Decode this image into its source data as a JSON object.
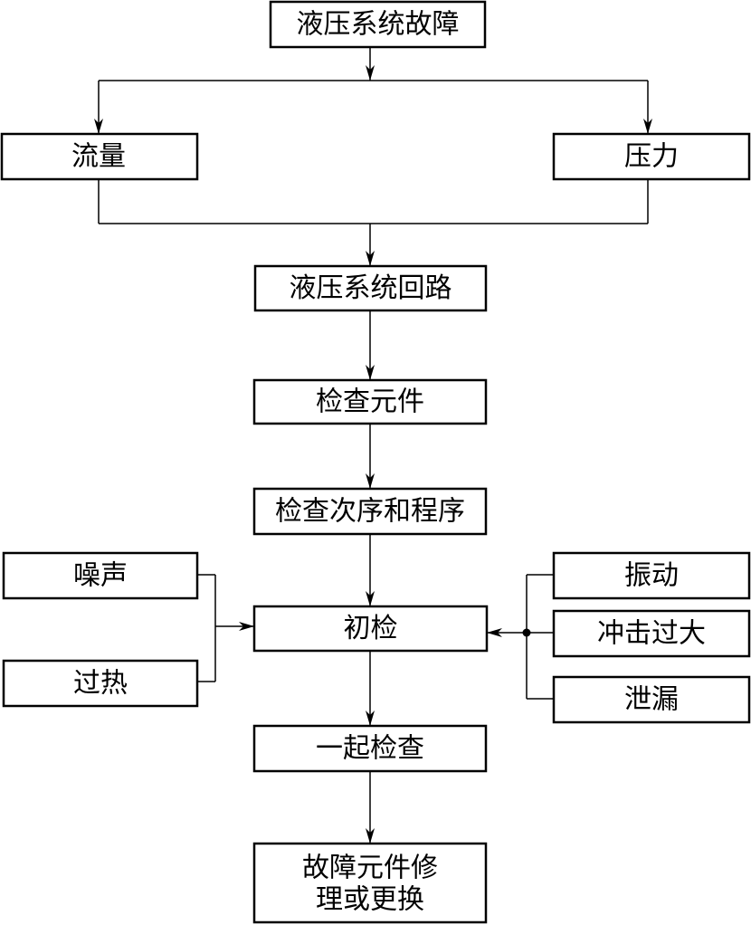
{
  "nodes": {
    "fault": {
      "label": "液压系统故障"
    },
    "flow": {
      "label": "流量"
    },
    "pressure": {
      "label": "压力"
    },
    "circuit": {
      "label": "液压系统回路"
    },
    "check_components": {
      "label": "检查元件"
    },
    "check_order": {
      "label": "检查次序和程序"
    },
    "noise": {
      "label": "噪声"
    },
    "overheat": {
      "label": "过热"
    },
    "initial_check": {
      "label": "初检"
    },
    "vibration": {
      "label": "振动"
    },
    "excessive_shock": {
      "label": "冲击过大"
    },
    "leakage": {
      "label": "泄漏"
    },
    "check_together": {
      "label": "一起检查"
    },
    "repair_replace": {
      "label_line1": "故障元件修",
      "label_line2": "理或更换"
    }
  },
  "colors": {
    "stroke": "#000000",
    "background": "#ffffff"
  }
}
